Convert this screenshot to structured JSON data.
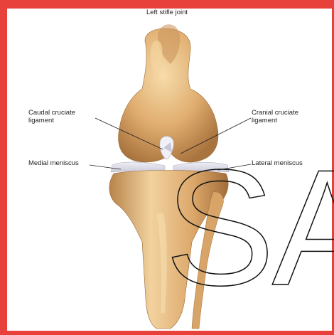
{
  "figure": {
    "title": "Left stifle joint",
    "labels": {
      "caudal_cruciate": [
        "Caudal cruciate",
        "ligament"
      ],
      "cranial_cruciate": [
        "Cranial cruciate",
        "ligament"
      ],
      "medial_meniscus": "Medial meniscus",
      "lateral_meniscus": "Lateral meniscus"
    },
    "watermark": "SA"
  },
  "colors": {
    "frame": "#e8403a",
    "bone": "#e2b47a",
    "bone_shadow": "#b57f45",
    "bone_highlight": "#f6dcae",
    "ligament": "#dcdbe8"
  }
}
